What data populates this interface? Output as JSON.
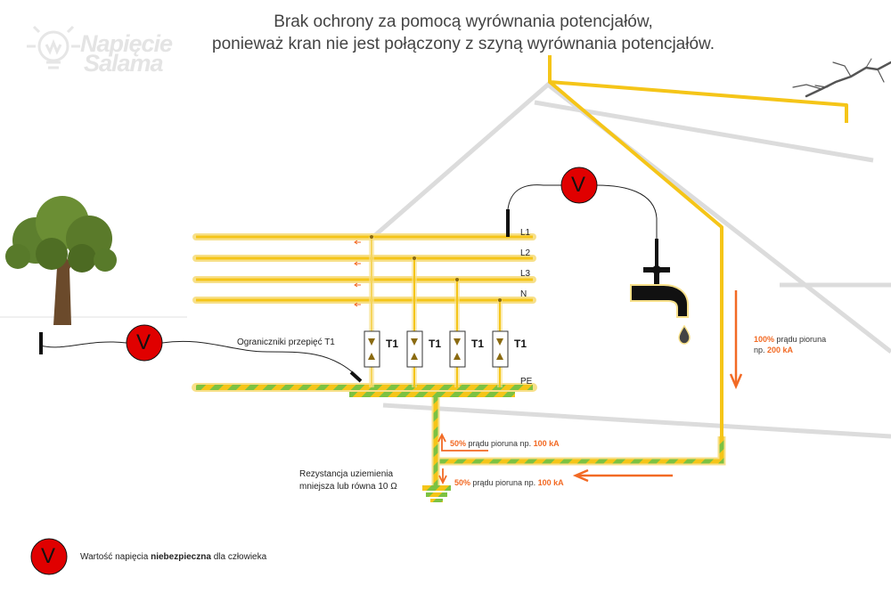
{
  "title": {
    "line1": "Brak ochrony za pomocą wyrównania potencjałów,",
    "line2": "ponieważ kran nie jest połączony z szyną wyrównania potencjałów."
  },
  "logo": {
    "line1": "Napięcie",
    "line2": "Salama"
  },
  "buses": {
    "l1": "L1",
    "l2": "L2",
    "l3": "L3",
    "n": "N",
    "pe": "PE"
  },
  "arresters": {
    "label": "Ograniczniki przepięć T1",
    "type": "T1"
  },
  "voltmeter_symbol": "V",
  "earthing": {
    "line1": "Rezystancja uziemienia",
    "line2": "mniejsza lub równa 10 Ω"
  },
  "current_main": {
    "pct": "100%",
    "text": " prądu pioruna",
    "prefix": "np. ",
    "value": "200 kA"
  },
  "current_up": {
    "pct": "50%",
    "text": " prądu pioruna np. ",
    "value": "100 kA"
  },
  "current_down": {
    "pct": "50%",
    "text": " prądu pioruna np. ",
    "value": "100 kA"
  },
  "legend": {
    "pre": "Wartość napięcia ",
    "bold": "niebezpieczna",
    "post": " dla człowieka"
  },
  "colors": {
    "conductor": "#f5c518",
    "conductor_glow": "#f7e08a",
    "pe_green": "#7cc242",
    "current_arrow": "#f26a24",
    "voltmeter": "#e00000",
    "house_outline": "#d9d9d9"
  }
}
